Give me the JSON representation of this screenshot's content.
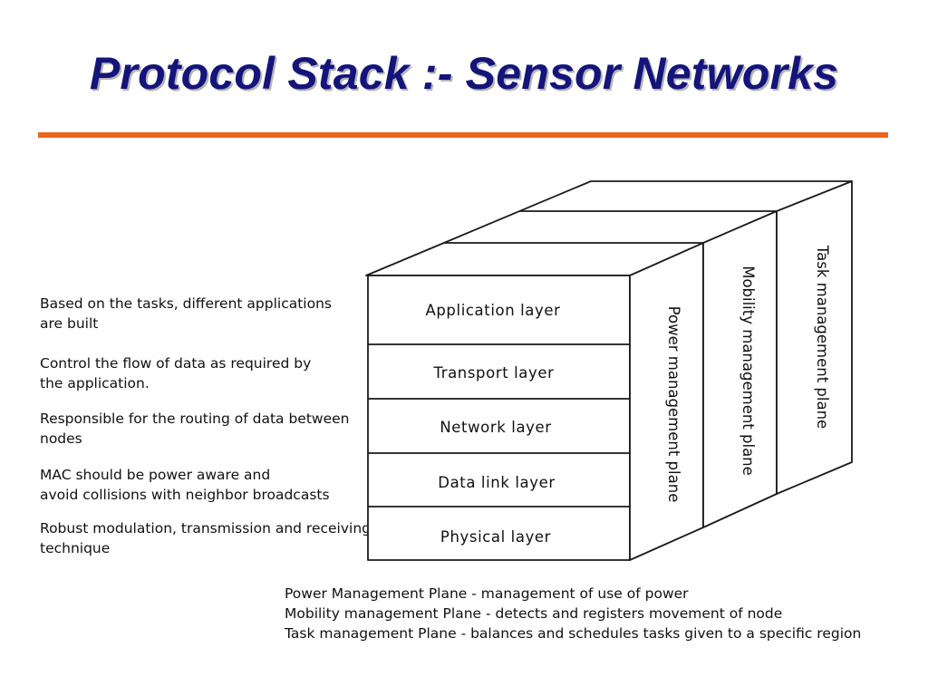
{
  "slide": {
    "title": "Protocol Stack :- Sensor Networks"
  },
  "stack": {
    "layers": [
      {
        "name": "Application layer",
        "description": "Based on the tasks, different applications\nare built"
      },
      {
        "name": "Transport layer",
        "description": "Control the flow of data as required by\nthe application."
      },
      {
        "name": "Network layer",
        "description": "Responsible for the routing of data between\nnodes"
      },
      {
        "name": "Data link layer",
        "description": "MAC should be power aware and\navoid collisions with neighbor broadcasts"
      },
      {
        "name": "Physical layer",
        "description": "Robust modulation, transmission and receiving\ntechnique"
      }
    ],
    "planes": [
      {
        "name": "Power management plane"
      },
      {
        "name": "Mobility management plane"
      },
      {
        "name": "Task management plane"
      }
    ]
  },
  "legend": {
    "lines": [
      "Power Management Plane - management of use of power",
      "Mobility management Plane - detects and registers movement of node",
      "Task management Plane - balances and schedules tasks given to a specific region"
    ]
  },
  "colors": {
    "title": "#14147a",
    "rule": "#e8661c"
  }
}
